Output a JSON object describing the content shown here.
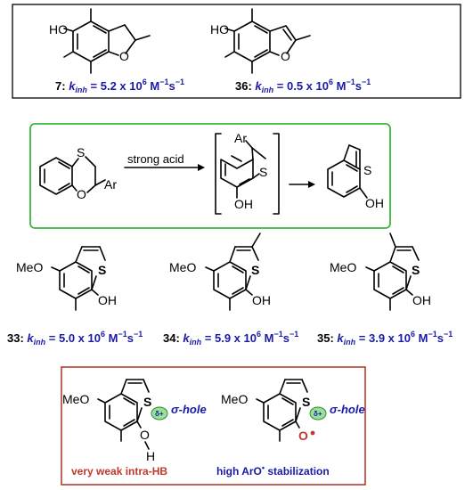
{
  "top_box": {
    "compounds": [
      {
        "id": "7",
        "kinh": "5.2 x 10",
        "exp": "6",
        "unit": "M",
        "unit_exp": "−1",
        "unit2": "s",
        "unit2_exp": "−1"
      },
      {
        "id": "36",
        "kinh": "0.5 x 10",
        "exp": "6",
        "unit": "M",
        "unit_exp": "−1",
        "unit2": "s",
        "unit2_exp": "−1"
      }
    ],
    "atoms": {
      "ho": "HO",
      "o": "O"
    }
  },
  "reaction": {
    "reagent": "strong acid",
    "atoms": {
      "s": "S",
      "o": "O",
      "ar": "Ar",
      "oh": "OH"
    },
    "border_color": "#3cb83c"
  },
  "middle_row": {
    "compounds": [
      {
        "id": "33",
        "kinh": "5.0 x 10",
        "exp": "6",
        "unit": "M",
        "unit_exp": "−1",
        "unit2": "s",
        "unit2_exp": "−1"
      },
      {
        "id": "34",
        "kinh": "5.9 x 10",
        "exp": "6",
        "unit": "M",
        "unit_exp": "−1",
        "unit2": "s",
        "unit2_exp": "−1"
      },
      {
        "id": "35",
        "kinh": "3.9 x 10",
        "exp": "6",
        "unit": "M",
        "unit_exp": "−1",
        "unit2": "s",
        "unit2_exp": "−1"
      }
    ],
    "atoms": {
      "meo": "MeO",
      "s": "S",
      "oh": "OH"
    }
  },
  "bottom_box": {
    "left": {
      "sigma_hole": "σ-hole",
      "delta": "δ+",
      "caption": "very weak intra-HB",
      "o": "O",
      "h": "H"
    },
    "right": {
      "sigma_hole": "σ-hole",
      "delta": "δ+",
      "caption_main": "high ArO",
      "caption_rad": "•",
      "caption_end": " stabilization",
      "o": "O"
    },
    "atoms": {
      "meo": "MeO",
      "s": "S"
    },
    "border_color": "#b03020",
    "caption_left_color": "#c0392b",
    "caption_right_color": "#1a1aa8",
    "sigma_color": "#1a1aa8",
    "lobe_color": "#5ac85a"
  },
  "kinh_symbol": "k",
  "kinh_sub": "inh"
}
